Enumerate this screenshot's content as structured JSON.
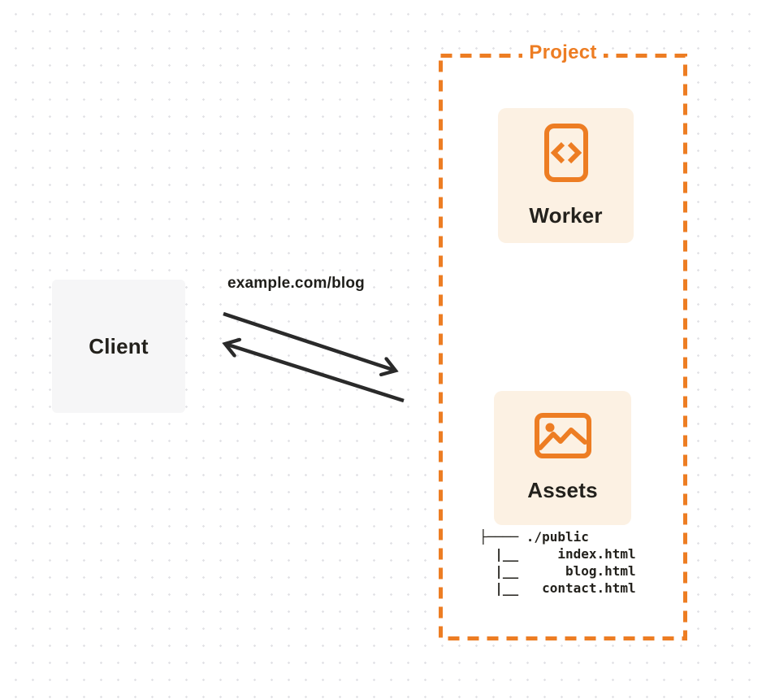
{
  "colors": {
    "accent_orange": "#ED7D23",
    "card_cream": "#FCF1E3",
    "client_gray": "#F6F6F7",
    "ink": "#23211C",
    "arrow_black": "#2A2A2A",
    "dot_gray": "#E2E2E6",
    "background": "#FFFFFF"
  },
  "client": {
    "label": "Client"
  },
  "request": {
    "label": "example.com/blog"
  },
  "arrows": [
    {
      "name": "request-arrow",
      "from": "Client",
      "to": "Project"
    },
    {
      "name": "response-arrow",
      "from": "Project",
      "to": "Client"
    }
  ],
  "project": {
    "label": "Project",
    "nodes": [
      {
        "label": "Worker",
        "icon": "code-icon"
      },
      {
        "label": "Assets",
        "icon": "image-icon"
      }
    ],
    "file_tree": {
      "text": "├──── ./public\n  |__     index.html\n  |__      blog.html\n  |__   contact.html",
      "root": "./public",
      "files": [
        "index.html",
        "blog.html",
        "contact.html"
      ]
    }
  }
}
